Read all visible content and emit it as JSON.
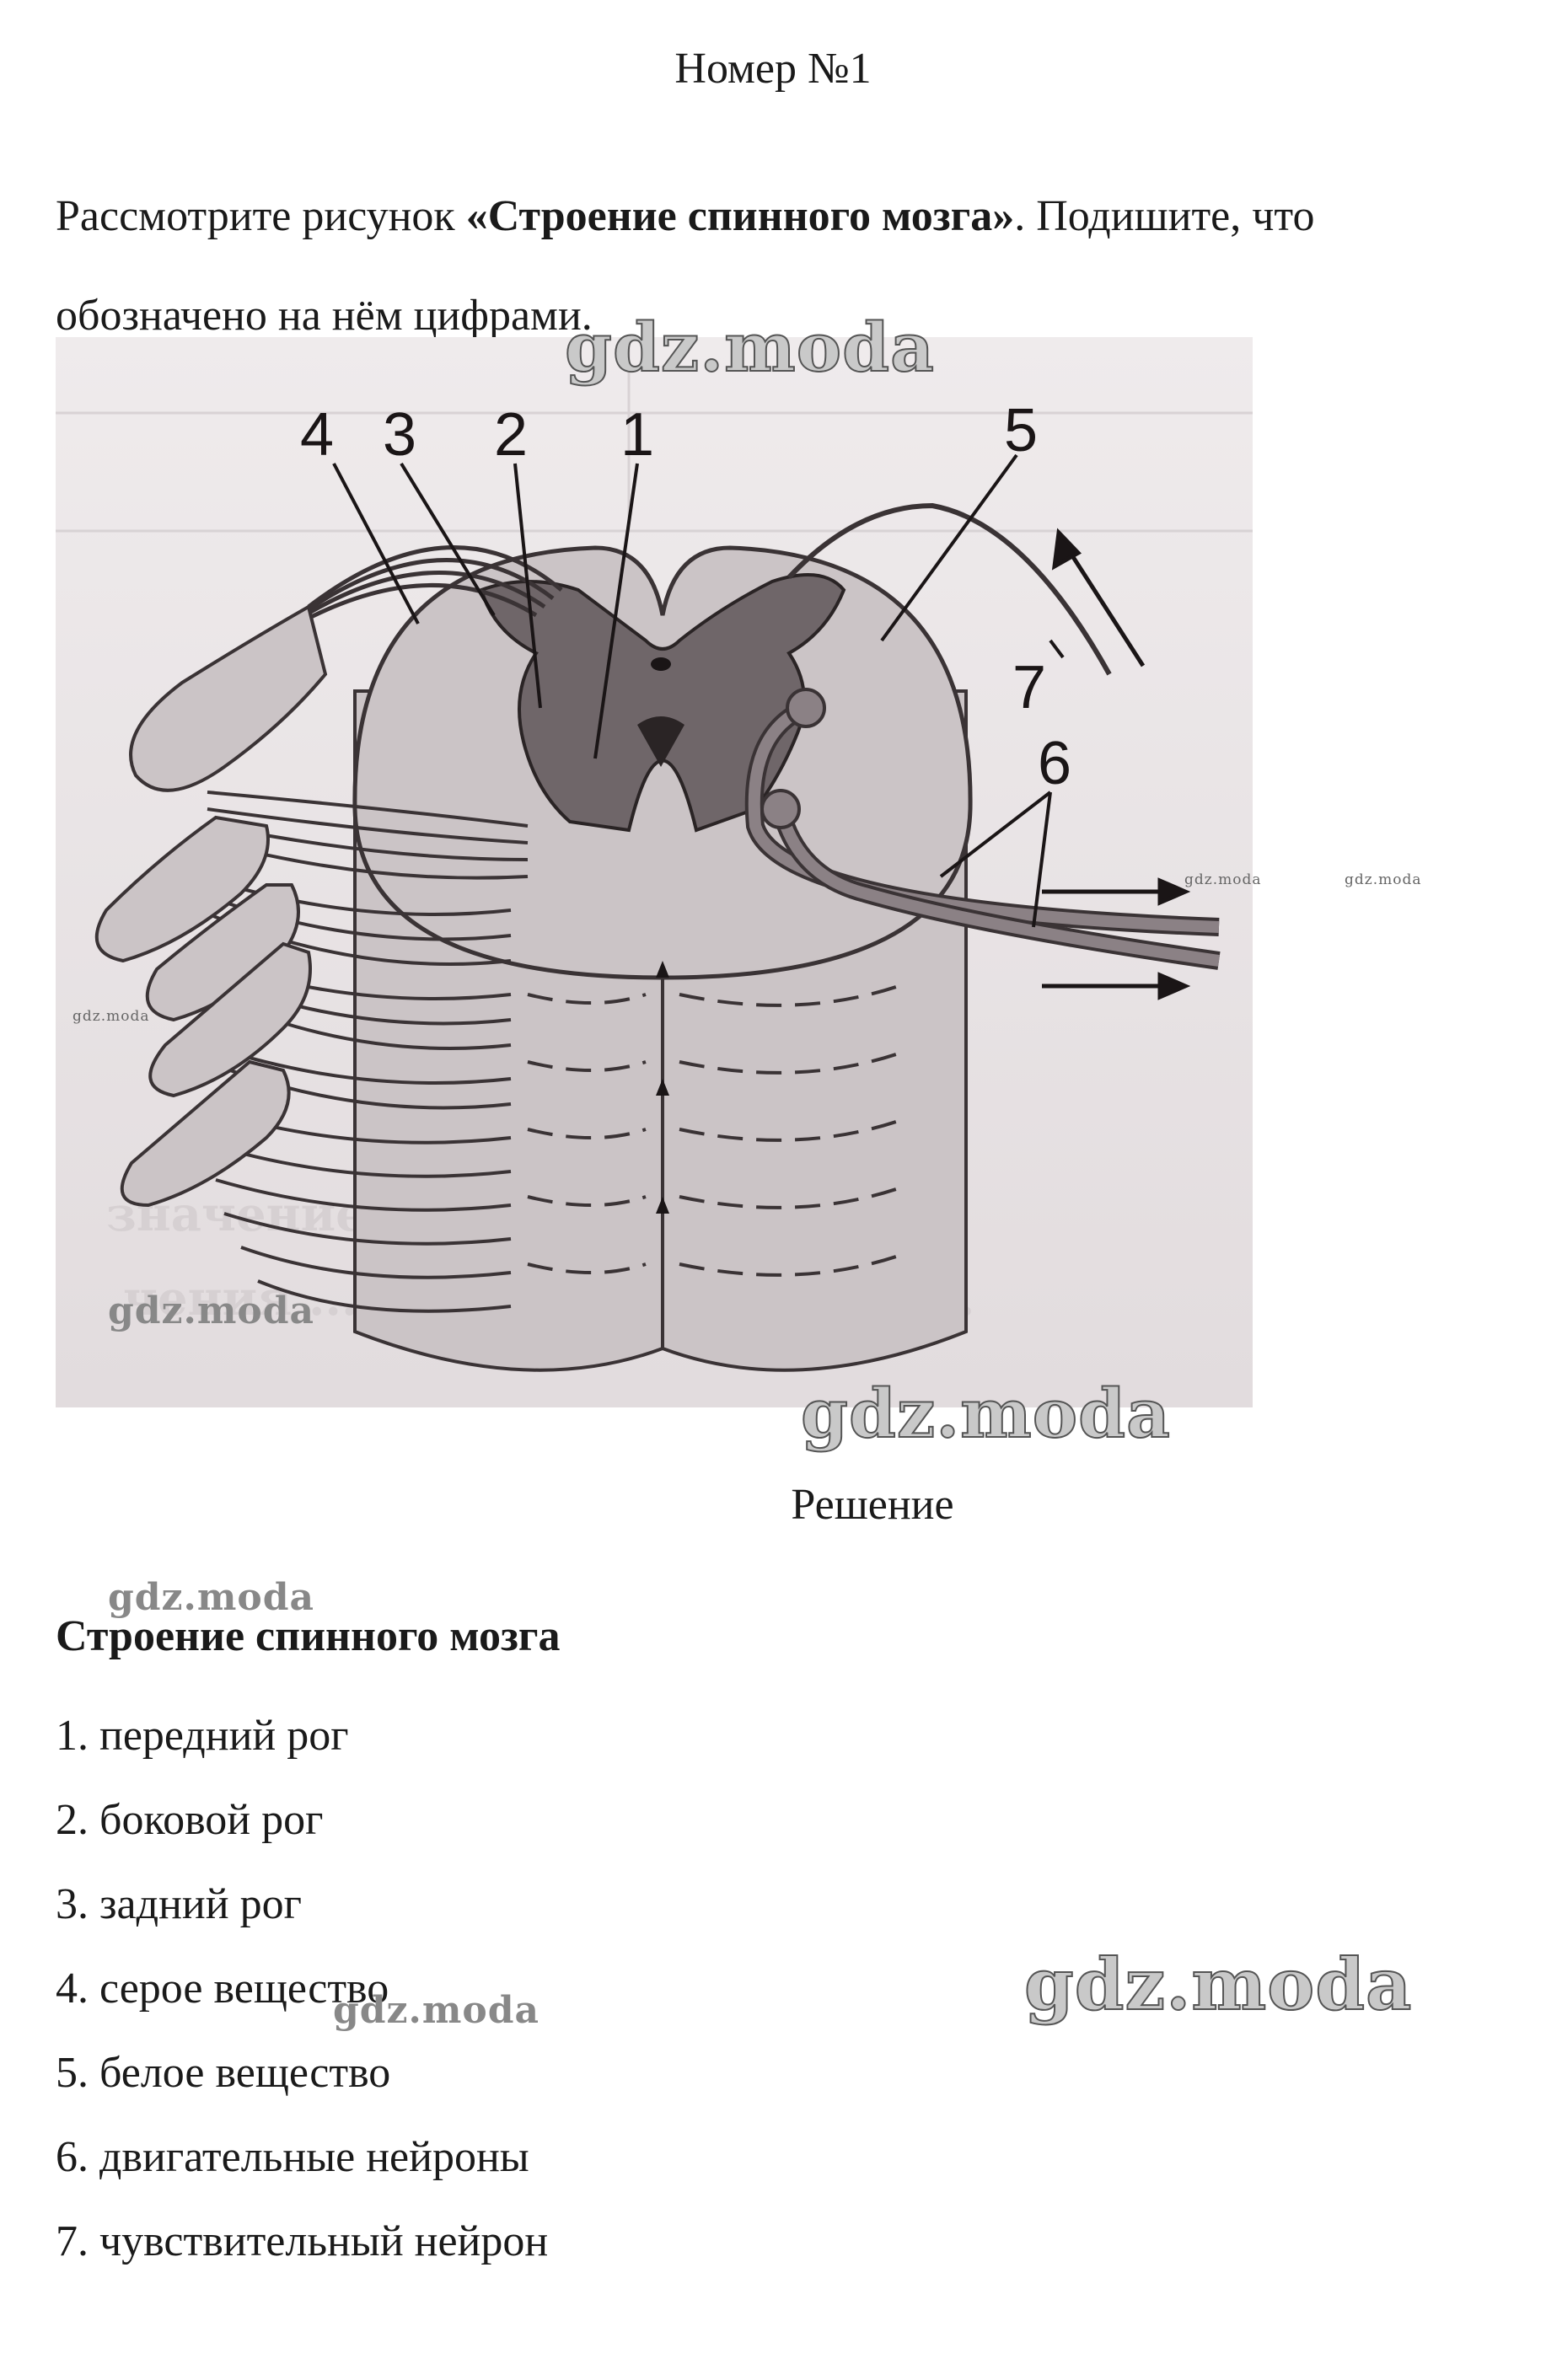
{
  "header": {
    "title": "Номер №1"
  },
  "task": {
    "prefix": "Рассмотрите рисунок ",
    "bold": "«Строение спинного мозга»",
    "suffix": ". Подишите, что обозначено на нём цифрами."
  },
  "figure": {
    "labels": [
      "1",
      "2",
      "3",
      "4",
      "5",
      "6",
      "7"
    ],
    "background_text": [
      "значение для ... имеет",
      "чения ... рабочего ... нестати..."
    ]
  },
  "solution": {
    "label": "Решение"
  },
  "answer": {
    "heading": "Строение спинного мозга",
    "items": [
      "1. передний рог",
      "2. боковой рог",
      "3. задний рог",
      "4. серое вещество",
      "5. белое вещество",
      "6. двигательные нейроны",
      "7. чувствительный нейрон"
    ]
  },
  "watermarks": [
    "gdz.moda",
    "gdz.moda",
    "gdz.moda",
    "gdz.moda",
    "gdz.moda",
    "gdz.moda",
    "gdz.moda",
    "gdz.moda",
    "gdz.moda"
  ],
  "colors": {
    "gray_matter": "#6f6669",
    "white_matter": "#cbc4c6",
    "canal": "#2a2425",
    "page_bg": "#ffffff"
  }
}
